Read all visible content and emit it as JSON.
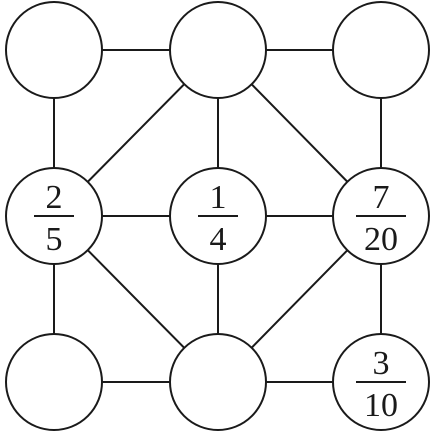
{
  "nodes": [
    {
      "id": "n00",
      "row": 0,
      "col": 0,
      "numerator": "",
      "denominator": ""
    },
    {
      "id": "n01",
      "row": 0,
      "col": 1,
      "numerator": "",
      "denominator": ""
    },
    {
      "id": "n02",
      "row": 0,
      "col": 2,
      "numerator": "",
      "denominator": ""
    },
    {
      "id": "n10",
      "row": 1,
      "col": 0,
      "numerator": "2",
      "denominator": "5"
    },
    {
      "id": "n11",
      "row": 1,
      "col": 1,
      "numerator": "1",
      "denominator": "4"
    },
    {
      "id": "n12",
      "row": 1,
      "col": 2,
      "numerator": "7",
      "denominator": "20"
    },
    {
      "id": "n20",
      "row": 2,
      "col": 0,
      "numerator": "",
      "denominator": ""
    },
    {
      "id": "n21",
      "row": 2,
      "col": 1,
      "numerator": "",
      "denominator": ""
    },
    {
      "id": "n22",
      "row": 2,
      "col": 2,
      "numerator": "3",
      "denominator": "10"
    }
  ],
  "edges": [
    [
      "n00",
      "n01"
    ],
    [
      "n01",
      "n02"
    ],
    [
      "n10",
      "n11"
    ],
    [
      "n11",
      "n12"
    ],
    [
      "n20",
      "n21"
    ],
    [
      "n21",
      "n22"
    ],
    [
      "n00",
      "n10"
    ],
    [
      "n10",
      "n20"
    ],
    [
      "n01",
      "n11"
    ],
    [
      "n11",
      "n21"
    ],
    [
      "n02",
      "n12"
    ],
    [
      "n12",
      "n22"
    ],
    [
      "n01",
      "n10"
    ],
    [
      "n01",
      "n12"
    ],
    [
      "n21",
      "n10"
    ],
    [
      "n21",
      "n12"
    ]
  ]
}
